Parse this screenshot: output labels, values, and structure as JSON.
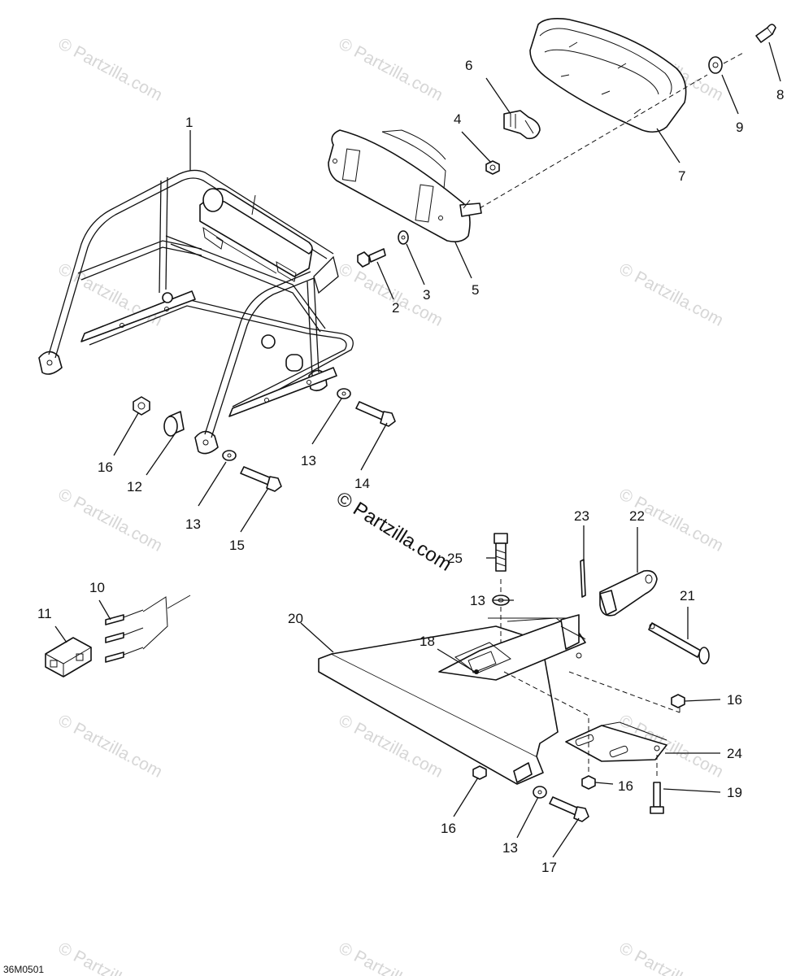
{
  "watermark": "© Partzilla.com",
  "center_watermark": "© Partzilla.com",
  "diagram_code": "36M0501",
  "callouts": [
    "1",
    "2",
    "3",
    "4",
    "5",
    "6",
    "7",
    "8",
    "9",
    "10",
    "11",
    "12",
    "13",
    "13",
    "13",
    "13",
    "14",
    "15",
    "16",
    "16",
    "16",
    "16",
    "17",
    "18",
    "19",
    "20",
    "21",
    "22",
    "23",
    "24",
    "25"
  ]
}
